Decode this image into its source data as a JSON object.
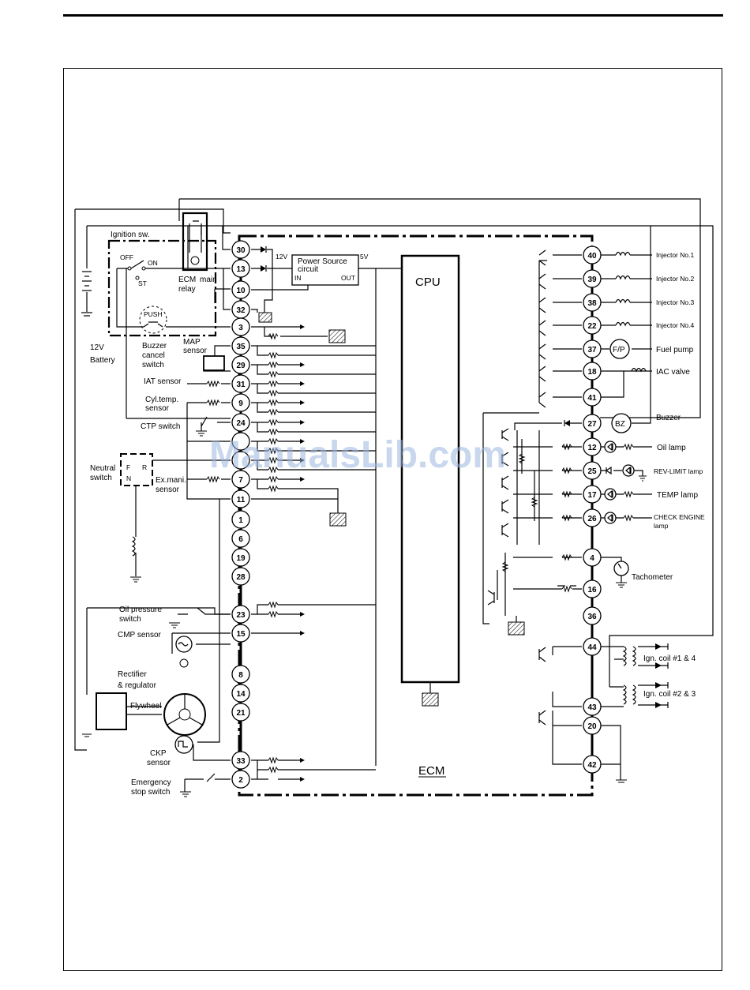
{
  "ecm": {
    "label": "ECM",
    "cpu_label": "CPU",
    "power_source": {
      "title": "Power Source",
      "subtitle": "circuit",
      "in": "IN",
      "out": "OUT",
      "v12": "12V",
      "v5": "5V"
    }
  },
  "left_pins": [
    "30",
    "13",
    "10",
    "32",
    "3",
    "35",
    "29",
    "31",
    "9",
    "24",
    "",
    "",
    "7",
    "11",
    "1",
    "6",
    "19",
    "28",
    "23",
    "15",
    "8",
    "14",
    "21",
    "33",
    "2"
  ],
  "right_pins": [
    "40",
    "39",
    "38",
    "22",
    "37",
    "18",
    "41",
    "27",
    "12",
    "25",
    "17",
    "26",
    "4",
    "16",
    "36",
    "44",
    "43",
    "20",
    "42"
  ],
  "left_labels": {
    "ignition_sw": "Ignition sw.",
    "off": "OFF",
    "on": "ON",
    "st": "ST",
    "push": "PUSH",
    "battery_12v": "12V",
    "battery": "Battery",
    "ecm_main": "ECM",
    "main": "main",
    "relay": "relay",
    "buzzer_cancel_1": "Buzzer",
    "buzzer_cancel_2": "cancel",
    "buzzer_cancel_3": "switch",
    "map_1": "MAP",
    "map_2": "sensor",
    "iat": "IAT sensor",
    "cyl_1": "Cyl.temp.",
    "cyl_2": "sensor",
    "ctp": "CTP switch",
    "neutral_1": "Neutral",
    "neutral_2": "switch",
    "f": "F",
    "r": "R",
    "n": "N",
    "exmani_1": "Ex.mani.",
    "exmani_2": "sensor",
    "oil_pressure_1": "Oil pressure",
    "oil_pressure_2": "switch",
    "cmp": "CMP sensor",
    "rectifier_1": "Rectifier",
    "rectifier_2": "& regulator",
    "flywheel": "Flywheel",
    "ckp_1": "CKP",
    "ckp_2": "sensor",
    "emergency_1": "Emergency",
    "emergency_2": "stop switch"
  },
  "right_labels": {
    "inj1": "Injector No.1",
    "inj2": "Injector No.2",
    "inj3": "Injector No.3",
    "inj4": "Injector No.4",
    "fuel_pump": "Fuel pump",
    "fp": "F/P",
    "iac": "IAC valve",
    "buzzer": "Buzzer",
    "bz": "BZ",
    "oil_lamp": "Oil lamp",
    "rev_limit": "REV-LIMIT lamp",
    "temp_lamp": "TEMP lamp",
    "check_1": "CHECK ENGINE",
    "check_2": "lamp",
    "tachometer": "Tachometer",
    "ign14": "Ign. coil #1 & 4",
    "ign23": "Ign. coil #2 & 3"
  },
  "watermark": "ManualsLib.com"
}
